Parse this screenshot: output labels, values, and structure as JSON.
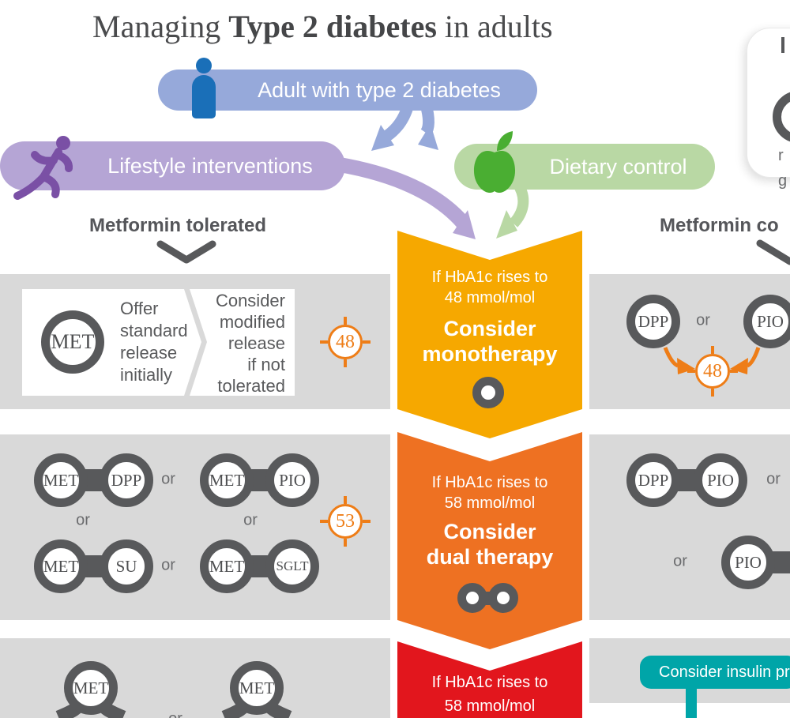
{
  "title": {
    "prefix": "Managing ",
    "strong": "Type 2 diabetes",
    "suffix": " in adults"
  },
  "colors": {
    "amber": "#F6A800",
    "orange": "#EE7122",
    "red": "#E2161D",
    "teal": "#00A5A8",
    "target_orange": "#EE7D17",
    "band_gray": "#D9D9D9",
    "ring_gray": "#58595B",
    "blue_pill": "#96A9DA",
    "person_blue": "#1A6FB8",
    "purple_pill": "#B5A5D5",
    "runner_purple": "#7A50A5",
    "green_pill": "#B9D8A4",
    "apple_green": "#4AAE32"
  },
  "labels": {
    "or": "or"
  },
  "intro": {
    "adult": "Adult with type 2 diabetes",
    "lifestyle": "Lifestyle interventions",
    "dietary": "Dietary control"
  },
  "branch_headings": {
    "left": "Metformin tolerated",
    "right_fragment": "Metformin co"
  },
  "key_card": {
    "fragment_line1": "r",
    "fragment_line2": "g"
  },
  "stage1": {
    "banner": {
      "cond1": "If HbA1c rises to",
      "cond2": "48 mmol/mol",
      "action1": "Consider",
      "action2": "monotherapy"
    },
    "left": {
      "drug": "MET",
      "offer_lines": [
        "Offer",
        "standard",
        "release",
        "initially"
      ],
      "consider_lines": [
        "Consider",
        "modified",
        "release",
        "if not",
        "tolerated"
      ],
      "target": "48"
    },
    "right": {
      "drug1": "DPP",
      "drug2": "PIO",
      "target": "48"
    }
  },
  "stage2": {
    "banner": {
      "cond1": "If HbA1c rises to",
      "cond2": "58 mmol/mol",
      "action1": "Consider",
      "action2": "dual therapy"
    },
    "left": {
      "pairs": [
        [
          "MET",
          "DPP"
        ],
        [
          "MET",
          "PIO"
        ],
        [
          "MET",
          "SU"
        ],
        [
          "MET",
          "SGLT"
        ]
      ],
      "target": "53"
    },
    "right": {
      "pair": [
        "DPP",
        "PIO"
      ],
      "partial_drug": "PIO"
    }
  },
  "stage3": {
    "banner": {
      "cond1": "If HbA1c rises to",
      "cond2": "58 mmol/mol"
    },
    "left": {
      "drug1": "MET",
      "drug2": "MET"
    },
    "right": {
      "note_fragment": "Consider insulin pro"
    }
  }
}
